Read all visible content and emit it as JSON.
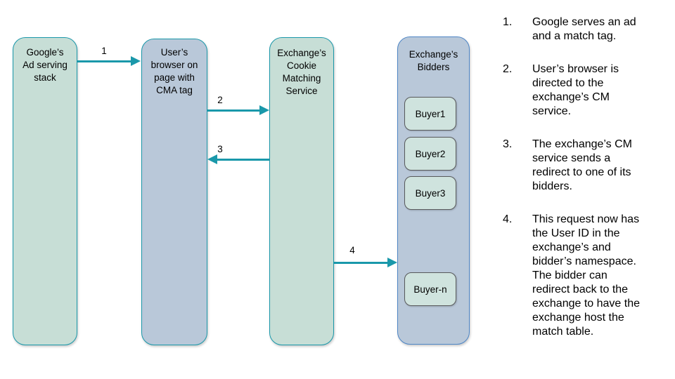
{
  "colors": {
    "teal": "#1a98aa",
    "green_fill": "#c7ded6",
    "blue_fill": "#b9c8d9",
    "blue_border": "#4e86c6",
    "buyer_fill": "#cfe3de",
    "buyer_border": "#58595b",
    "text": "#000000"
  },
  "diagram": {
    "nodes": {
      "google": {
        "label": "Google’s\nAd serving\nstack"
      },
      "browser": {
        "label": "User’s\nbrowser on\npage with\nCMA tag"
      },
      "cms": {
        "label": "Exchange’s\nCookie\nMatching\nService"
      },
      "bidders": {
        "label": "Exchange’s\nBidders"
      }
    },
    "buyers": [
      "Buyer1",
      "Buyer2",
      "Buyer3",
      "Buyer-n"
    ],
    "arrow_labels": {
      "a1": "1",
      "a2": "2",
      "a3": "3",
      "a4": "4"
    }
  },
  "steps": [
    {
      "num": "1.",
      "text": "Google serves an ad\nand a match tag."
    },
    {
      "num": "2.",
      "text": "User’s browser is\ndirected to the\nexchange’s CM\nservice."
    },
    {
      "num": "3.",
      "text": "The exchange’s CM\nservice sends a\nredirect to one of its\nbidders."
    },
    {
      "num": "4.",
      "text": "This request now has\nthe User ID in the\nexchange’s and\nbidder’s namespace.\nThe bidder can\nredirect back to the\nexchange to have the\nexchange host the\nmatch table."
    }
  ]
}
